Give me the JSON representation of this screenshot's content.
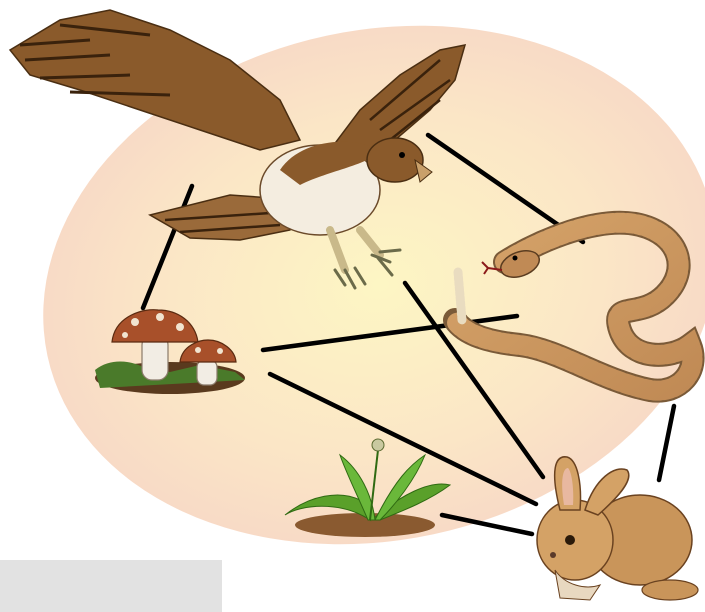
{
  "diagram": {
    "organisms": [
      {
        "id": "hawk",
        "icon": "hawk-icon"
      },
      {
        "id": "snake",
        "icon": "rattlesnake-icon"
      },
      {
        "id": "mushrooms",
        "icon": "mushroom-icon"
      },
      {
        "id": "plant",
        "icon": "dandelion-plant-icon"
      },
      {
        "id": "rabbit",
        "icon": "rabbit-icon"
      }
    ],
    "links": [
      {
        "from": "hawk",
        "to": "mushrooms"
      },
      {
        "from": "hawk",
        "to": "snake"
      },
      {
        "from": "hawk",
        "to": "rabbit"
      },
      {
        "from": "snake",
        "to": "mushrooms"
      },
      {
        "from": "snake",
        "to": "rabbit"
      },
      {
        "from": "mushrooms",
        "to": "rabbit"
      },
      {
        "from": "plant",
        "to": "rabbit"
      }
    ],
    "colors": {
      "background_glow": "#f8e1c8",
      "line": "#000000"
    }
  }
}
